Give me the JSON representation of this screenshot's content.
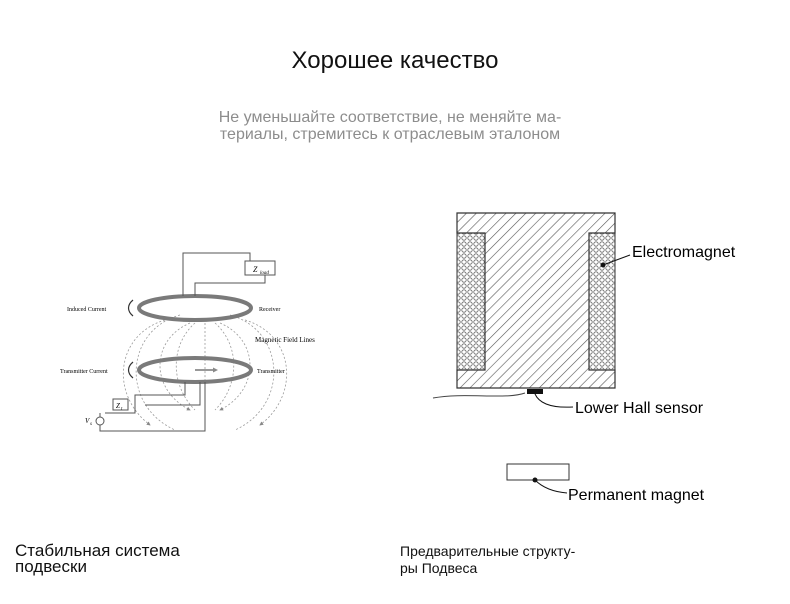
{
  "header": {
    "title": "Хорошее качество",
    "subtitle_line1": "Не уменьшайте соответствие, не меняйте ма-",
    "subtitle_line2": "териалы, стремитесь к отраслевым эталоном"
  },
  "left_figure": {
    "labels": {
      "induced_current": "Induced Current",
      "receiver": "Receiver",
      "magnetic_field_lines": "Magnetic Field Lines",
      "transmitter_current": "Transmitter Current",
      "transmitter": "Transmitter",
      "z_load": "Z",
      "z_load_sub": "load",
      "z_t": "Z",
      "z_t_sub": "t",
      "v_source": "V",
      "v_source_sub": "s"
    }
  },
  "right_figure": {
    "labels": {
      "electromagnet": "Electromagnet",
      "lower_hall_sensor": "Lower Hall sensor",
      "permanent_magnet": "Permanent magnet"
    }
  },
  "captions": {
    "left_line1": "Стабильная система",
    "left_line2": "подвески",
    "right_line1": "Предварительные структу-",
    "right_line2": "ры Подвеса"
  },
  "colors": {
    "coil": "#7a7a7a",
    "hatch": "#555555",
    "subtitle": "#8d8d8d"
  }
}
